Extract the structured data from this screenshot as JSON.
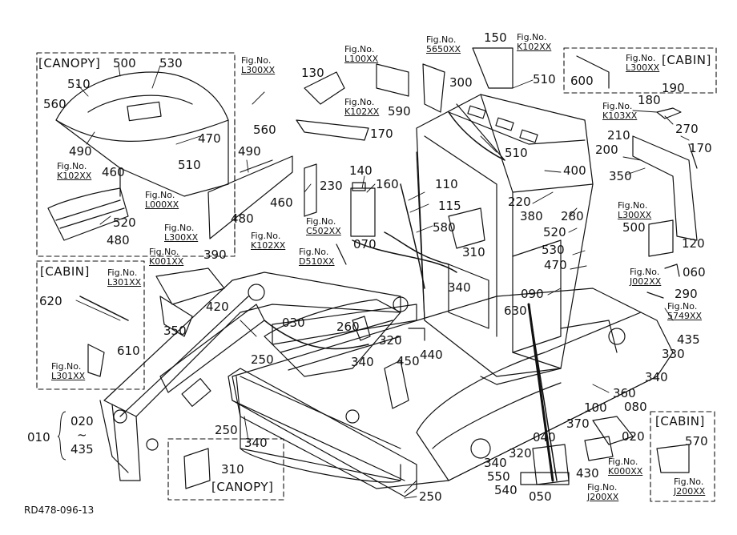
{
  "drawing_code": "RD478-096-13",
  "boxes": {
    "canopy_top": "[CANOPY]",
    "cabin_left": "[CABIN]",
    "cabin_top_right": "[CABIN]",
    "cabin_bottom_right": "[CABIN]",
    "canopy_bottom": "[CANOPY]"
  },
  "range": {
    "from": "020",
    "tilde": "~",
    "to": "435",
    "prefix": "010"
  },
  "part_labels": [
    "500",
    "530",
    "510",
    "560",
    "490",
    "470",
    "510",
    "460",
    "520",
    "480",
    "130",
    "560",
    "490",
    "460",
    "480",
    "230",
    "140",
    "160",
    "110",
    "115",
    "580",
    "150",
    "300",
    "590",
    "170",
    "510",
    "510",
    "600",
    "190",
    "180",
    "270",
    "210",
    "200",
    "170",
    "350",
    "400",
    "220",
    "380",
    "280",
    "520",
    "530",
    "470",
    "500",
    "120",
    "060",
    "290",
    "435",
    "390",
    "420",
    "350",
    "250",
    "070",
    "340",
    "310",
    "030",
    "260",
    "320",
    "450",
    "440",
    "340",
    "090",
    "630",
    "330",
    "340",
    "360",
    "100",
    "080",
    "370",
    "020",
    "040",
    "320",
    "430",
    "550",
    "540",
    "050",
    "340",
    "250",
    "620",
    "610",
    "250",
    "340",
    "310",
    "570"
  ],
  "fig_refs": [
    {
      "t": "Fig.No.",
      "r": "L300XX"
    },
    {
      "t": "Fig.No.",
      "r": "L100XX"
    },
    {
      "t": "Fig.No.",
      "r": "5650XX"
    },
    {
      "t": "Fig.No.",
      "r": "K102XX"
    },
    {
      "t": "Fig.No.",
      "r": "L300XX"
    },
    {
      "t": "Fig.No.",
      "r": "K102XX"
    },
    {
      "t": "Fig.No.",
      "r": "K103XX"
    },
    {
      "t": "Fig.No.",
      "r": "K102XX"
    },
    {
      "t": "Fig.No.",
      "r": "L000XX"
    },
    {
      "t": "Fig.No.",
      "r": "L300XX"
    },
    {
      "t": "Fig.No.",
      "r": "K102XX"
    },
    {
      "t": "Fig.No.",
      "r": "C502XX"
    },
    {
      "t": "Fig.No.",
      "r": "D510XX"
    },
    {
      "t": "Fig.No.",
      "r": "K001XX"
    },
    {
      "t": "Fig.No.",
      "r": "L301XX"
    },
    {
      "t": "Fig.No.",
      "r": "L301XX"
    },
    {
      "t": "Fig.No.",
      "r": "L300XX"
    },
    {
      "t": "Fig.No.",
      "r": "J002XX"
    },
    {
      "t": "Fig.No.",
      "r": "5749XX"
    },
    {
      "t": "Fig.No.",
      "r": "K000XX"
    },
    {
      "t": "Fig.No.",
      "r": "J200XX"
    },
    {
      "t": "Fig.No.",
      "r": "J200XX"
    }
  ]
}
